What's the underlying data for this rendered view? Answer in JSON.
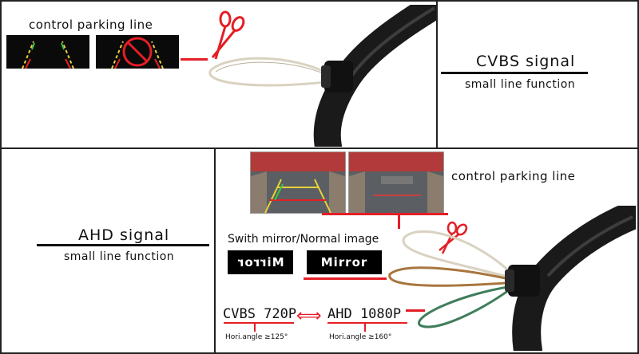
{
  "top_left": {
    "label": "control  parking  line"
  },
  "top_right": {
    "title": "CVBS  signal",
    "subtitle": "small  line  function"
  },
  "bottom_left": {
    "title": "AHD  signal",
    "subtitle": "small  line  function"
  },
  "bottom_right": {
    "parking_label": "control  parking  line",
    "mirror_label": "Swith mirror/Normal image",
    "mirror_button_left": "Mirror",
    "mirror_button_right": "Mirror",
    "cvbs_res": "CVBS 720P",
    "ahd_res": "AHD 1080P",
    "cvbs_angle": "Hori.angle ≥125°",
    "ahd_angle": "Hori.angle ≥160°",
    "arrow": "⟺"
  },
  "colors": {
    "accent_red": "#e41e26",
    "wire_white": "#d9d2c0",
    "wire_brown": "#a8763e",
    "wire_green": "#3f7d5a",
    "cable_black": "#1a1a1a"
  }
}
